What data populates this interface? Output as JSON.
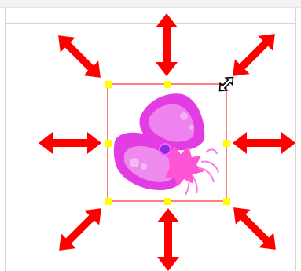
{
  "scene": {
    "object": {
      "name": "butterfly",
      "selected": true
    },
    "handles": {
      "count": 8,
      "color": "#ffff00"
    },
    "selection_box_color": "#ff3333",
    "arrow_color": "#ff0000",
    "cursor": {
      "name": "diagonal-resize-cursor"
    }
  }
}
